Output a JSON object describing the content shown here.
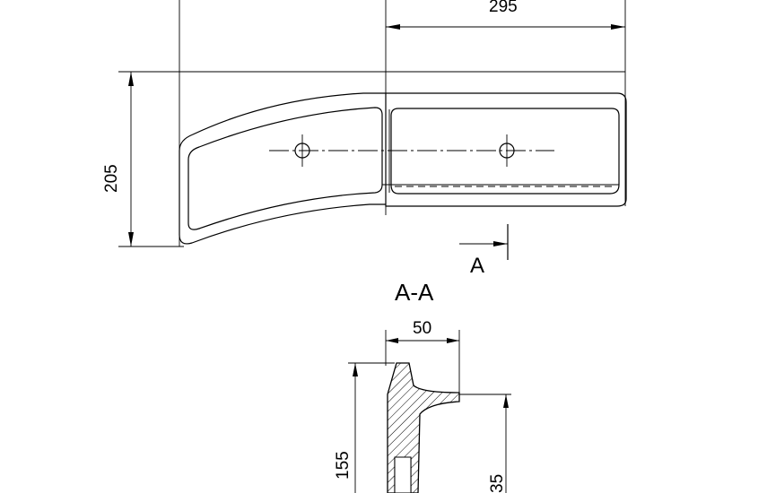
{
  "drawing": {
    "dimensions": {
      "width_top": "295",
      "height_left": "205",
      "section_width": "50",
      "section_height_left": "155",
      "section_height_right": "35"
    },
    "section_marker": "A",
    "section_title": "A-A"
  }
}
